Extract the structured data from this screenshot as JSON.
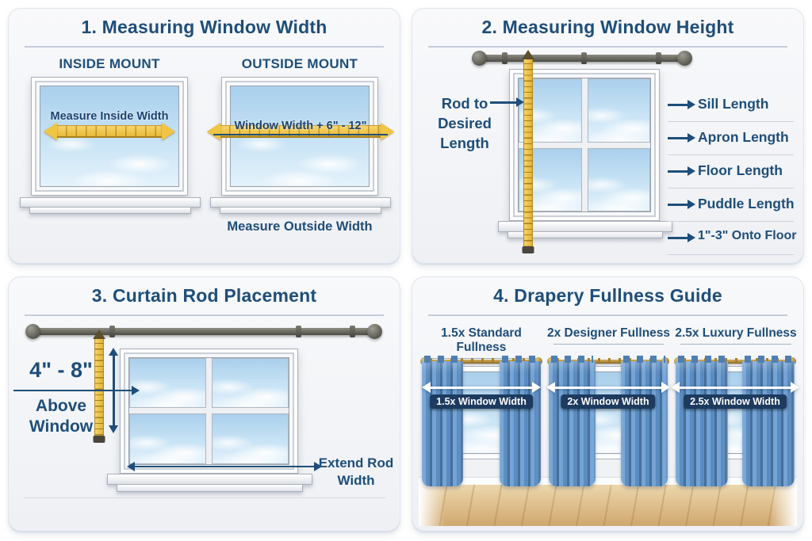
{
  "colors": {
    "accent_navy": "#1e4e79",
    "tape_yellow": "#f0c544",
    "curtain_blue": "#5a8cc0",
    "rod_pewter": "#55554c",
    "rod_gold": "#b08d3f",
    "label_box_navy": "#1d3a5f"
  },
  "panel1": {
    "title": "1. Measuring Window Width",
    "inside_mount_label": "INSIDE MOUNT",
    "outside_mount_label": "OUTSIDE MOUNT",
    "inside_arrow_text": "Measure Inside Width",
    "outside_arrow_text": "Window Width + 6\" - 12\"",
    "outside_caption": "Measure Outside Width"
  },
  "panel2": {
    "title": "2. Measuring Window Height",
    "rod_label_line1": "Rod to",
    "rod_label_line2": "Desired Length",
    "length_labels": [
      "Sill Length",
      "Apron Length",
      "Floor Length",
      "Puddle Length",
      "1\"-3\" Onto Floor"
    ]
  },
  "panel3": {
    "title": "3. Curtain Rod Placement",
    "height_range": "4\" - 8\"",
    "above_line1": "Above",
    "above_line2": "Window",
    "extend_line1": "Extend Rod",
    "extend_line2": "Width"
  },
  "panel4": {
    "title": "4. Drapery Fullness Guide",
    "options": [
      {
        "caption": "1.5x Standard Fullness",
        "arrow_label": "1.5x Window Width"
      },
      {
        "caption": "2x Designer Fullness",
        "arrow_label": "2x Window Width"
      },
      {
        "caption": "2.5x Luxury Fullness",
        "arrow_label": "2.5x Window Width"
      }
    ]
  }
}
